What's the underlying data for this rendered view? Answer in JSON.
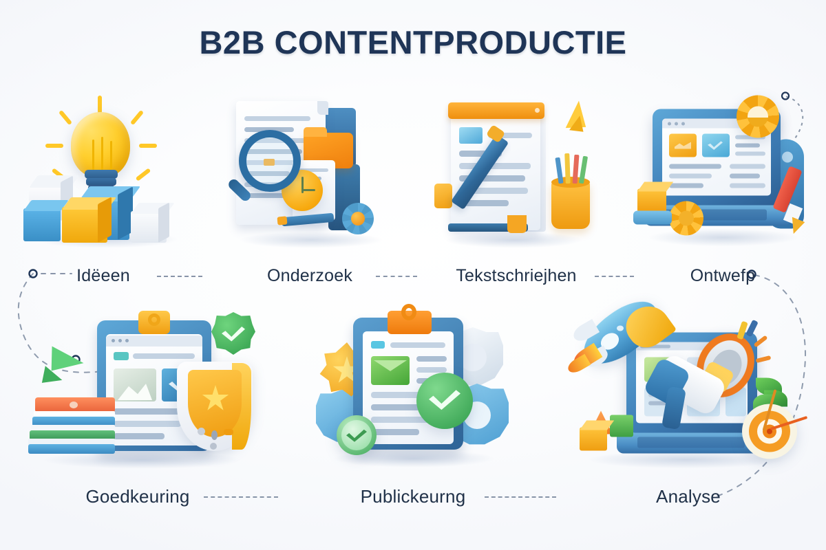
{
  "meta": {
    "background_top": "#e9edf4",
    "background_bottom": "#ffffff",
    "accent_navy": "#1f3557",
    "accent_blue": "#3f7fb8",
    "accent_orange": "#f5a623",
    "accent_yellow": "#ffc828",
    "accent_green": "#4caf50",
    "label_color": "#203148",
    "connector_color": "#6b7b93"
  },
  "header": {
    "title": "B2B CONTENTPRODUCTIE"
  },
  "rows": [
    {
      "row_index": 1,
      "steps": [
        {
          "label": "Idëeen",
          "icon": "lightbulb-cubes-icon"
        },
        {
          "label": "Onderzoek",
          "icon": "document-magnifier-icon"
        },
        {
          "label": "Tekstschriejhen",
          "icon": "notepad-pencil-icon"
        },
        {
          "label": "Ontwefp",
          "icon": "laptop-design-icon"
        }
      ]
    },
    {
      "row_index": 2,
      "steps": [
        {
          "label": "Goedkeuring",
          "icon": "clipboard-shield-icon"
        },
        {
          "label": "Publickeurng",
          "icon": "clipboard-check-icon"
        },
        {
          "label": "Analyse",
          "icon": "rocket-megaphone-target-icon"
        }
      ]
    }
  ]
}
